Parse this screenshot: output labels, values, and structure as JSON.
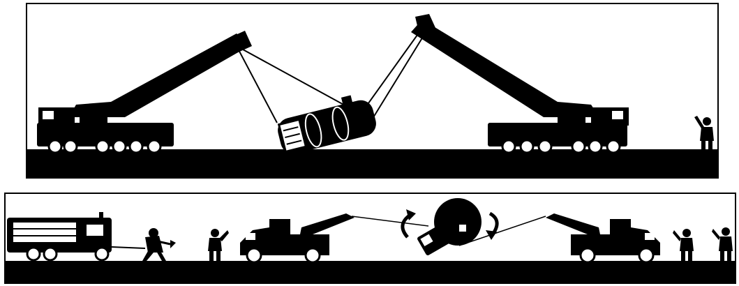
{
  "colors": {
    "silhouette": "#000000",
    "background": "#ffffff"
  },
  "scenes": [
    {
      "name": "two-crane-tanker-uprighting",
      "items": [
        "crane-truck",
        "crane-truck",
        "tanker",
        "signal-worker"
      ]
    },
    {
      "name": "tow-truck-rotation-recovery",
      "items": [
        "fire-truck",
        "firefighter",
        "worker",
        "tow-truck",
        "overturned-tanker",
        "rotation-arrow",
        "rotation-arrow",
        "tow-truck",
        "worker",
        "worker"
      ]
    }
  ]
}
